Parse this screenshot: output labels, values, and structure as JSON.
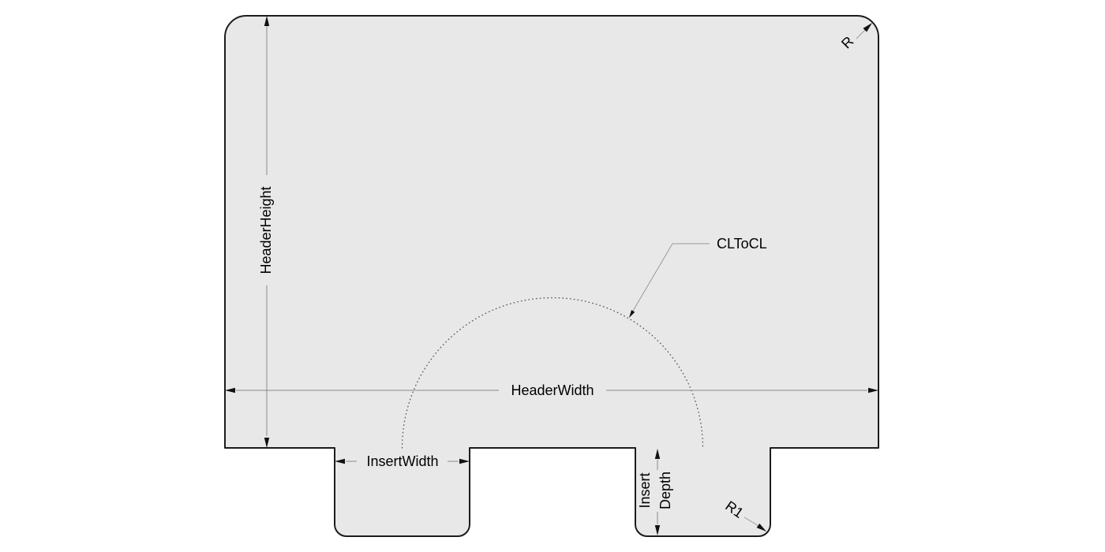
{
  "diagram": {
    "labels": {
      "header_height": "HeaderHeight",
      "header_width": "HeaderWidth",
      "insert_width": "InsertWidth",
      "insert_depth_line1": "Insert",
      "insert_depth_line2": "Depth",
      "cl_to_cl": "CLToCL",
      "radius": "R",
      "radius_insert": "R1"
    },
    "colors": {
      "part_fill": "#e8e8e8",
      "part_outline": "#1c1c1c",
      "dimension_line": "#8a8a8a",
      "label_text": "#000000",
      "background": "#ffffff"
    }
  }
}
